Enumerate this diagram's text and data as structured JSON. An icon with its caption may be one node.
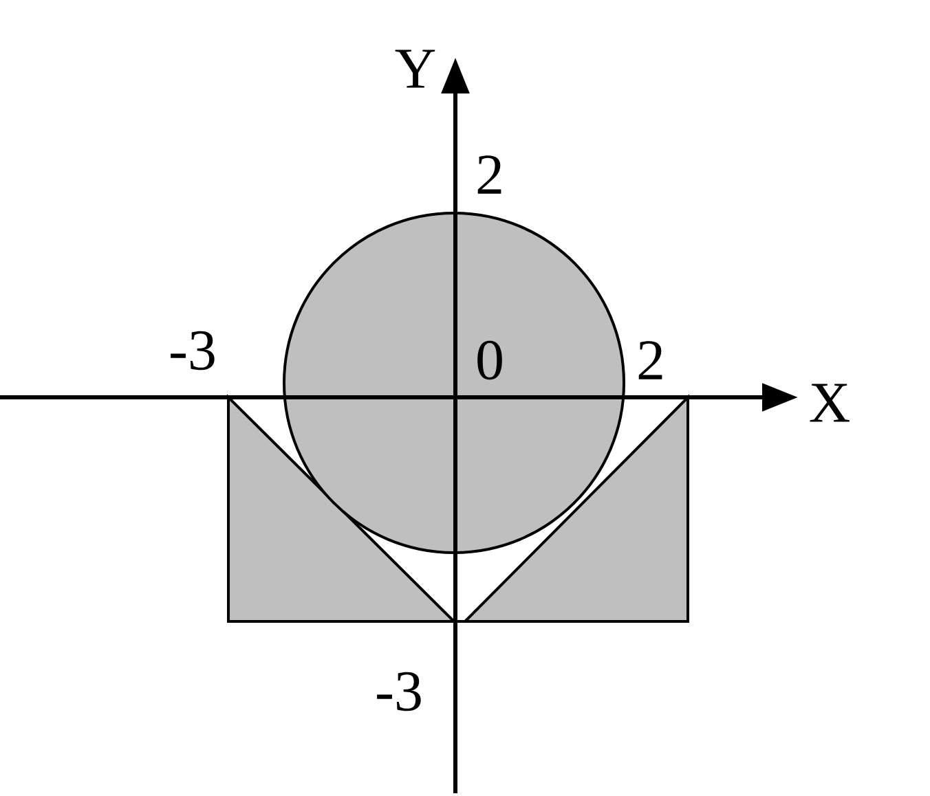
{
  "diagram": {
    "labels": [
      "Y",
      "2",
      "-3",
      "0",
      "2",
      "X",
      "-3"
    ]
  }
}
